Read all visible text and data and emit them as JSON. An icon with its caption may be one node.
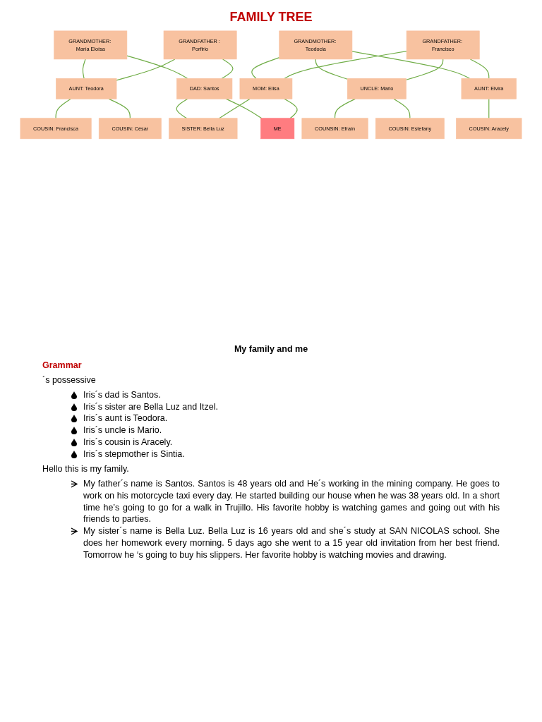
{
  "diagram": {
    "title": "FAMILY TREE",
    "nodes": [
      {
        "text": [
          "GRANDMOTHER: María Eloísa"
        ]
      },
      {
        "text": [
          "GRANDFATHER : Porfirio"
        ]
      },
      {
        "text": [
          "GRANDMOTHER: Teodocia"
        ]
      },
      {
        "text": [
          "GRANDFATHER: Francisco"
        ]
      },
      {
        "text": [
          "AUNT: Teodora"
        ]
      },
      {
        "text": [
          "DAD: Santos"
        ]
      },
      {
        "text": [
          "MOM: Elisa"
        ]
      },
      {
        "text": [
          "UNCLE: Mario"
        ]
      },
      {
        "text": [
          "AUNT: Elvira"
        ]
      },
      {
        "text": [
          "COUSIN: Francisca"
        ]
      },
      {
        "text": [
          "COUSIN: César"
        ]
      },
      {
        "text": [
          "COUNSIN: Efraín"
        ]
      },
      {
        "text": [
          "COUSIN: Aracely"
        ]
      },
      {
        "text": [
          "COUSIN: Estefany"
        ]
      },
      {
        "text": [
          "SISTER: Bella Luz"
        ]
      },
      {
        "text": [
          "ME"
        ]
      }
    ],
    "edges": [
      {
        "from": 0,
        "to": 4,
        "arrow": "none"
      },
      {
        "from": 0,
        "to": 5,
        "arrow": "none"
      },
      {
        "from": 1,
        "to": 4,
        "arrow": "none"
      },
      {
        "from": 1,
        "to": 5,
        "arrow": "none"
      },
      {
        "from": 2,
        "to": 6,
        "arrow": "none"
      },
      {
        "from": 2,
        "to": 7,
        "arrow": "none"
      },
      {
        "from": 2,
        "to": 8,
        "arrow": "none"
      },
      {
        "from": 3,
        "to": 6,
        "arrow": "none"
      },
      {
        "from": 3,
        "to": 7,
        "arrow": "none"
      },
      {
        "from": 3,
        "to": 8,
        "arrow": "none"
      },
      {
        "from": 4,
        "to": 9,
        "arrow": "none"
      },
      {
        "from": 4,
        "to": 10,
        "arrow": "none"
      },
      {
        "from": 5,
        "to": 14,
        "arrow": "none"
      },
      {
        "from": 5,
        "to": 15,
        "arrow": "none"
      },
      {
        "from": 6,
        "to": 14,
        "arrow": "none"
      },
      {
        "from": 6,
        "to": 15,
        "arrow": "none"
      },
      {
        "from": 7,
        "to": 11,
        "arrow": "none"
      },
      {
        "from": 7,
        "to": 13,
        "arrow": "none"
      },
      {
        "from": 8,
        "to": 12,
        "arrow": "none"
      }
    ],
    "labels": [
      "My family and me",
      "Grammar",
      "´s possessive",
      "Iris´s dad is Santos.",
      "Iris´s sister are Bella Luz and Itzel.",
      "Iris´s aunt is Teodora.",
      "Iris´s uncle is Mario.",
      "Iris´s cousin is Aracely.",
      "Iris´s stepmother is Sintia.",
      "Hello this is my family.",
      "My father´s name is Santos. Santos is 48 years old and He´s working in the mining company. He goes to work on his motorcycle taxi every day. He started building our house when he was 38 years old. In a short time he’s going to go for a walk in Trujillo. His favorite hobby is watching games and going out with his friends to parties.",
      "My sister´s name is Bella Luz. Bella Luz is 16 years old and she´s study at SAN NICOLAS school. She does her homework every morning. 5 days ago she went to a 15 year old invitation from her best friend. Tomorrow he ‘s going to buy his slippers. Her favorite hobby is watching movies and drawing."
    ]
  }
}
